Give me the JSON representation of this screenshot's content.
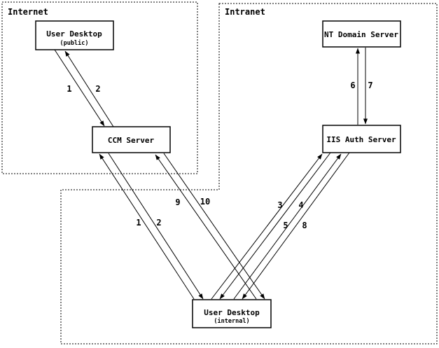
{
  "diagram": {
    "colors": {
      "ink": "#000000",
      "background": "#ffffff"
    },
    "zones": [
      {
        "label": "Internet"
      },
      {
        "label": "Intranet"
      }
    ],
    "nodes": [
      {
        "id": "user-desktop-public",
        "title": "User Desktop",
        "subtitle": "(public)",
        "zone": "Internet"
      },
      {
        "id": "ccm-server",
        "title": "CCM Server",
        "zone": "Internet"
      },
      {
        "id": "nt-domain-server",
        "title": "NT Domain Server",
        "zone": "Intranet"
      },
      {
        "id": "iis-auth-server",
        "title": "IIS Auth Server",
        "zone": "Intranet"
      },
      {
        "id": "user-desktop-internal",
        "title": "User Desktop",
        "subtitle": "(internal)",
        "zone": "Intranet"
      }
    ],
    "flows": [
      {
        "label": "1",
        "from": "user-desktop-public",
        "to": "ccm-server"
      },
      {
        "label": "2",
        "from": "ccm-server",
        "to": "user-desktop-public"
      },
      {
        "label": "1",
        "from": "user-desktop-internal",
        "to": "ccm-server"
      },
      {
        "label": "2",
        "from": "ccm-server",
        "to": "user-desktop-internal"
      },
      {
        "label": "9",
        "from": "user-desktop-internal",
        "to": "ccm-server"
      },
      {
        "label": "10",
        "from": "ccm-server",
        "to": "user-desktop-internal"
      },
      {
        "label": "3",
        "from": "user-desktop-internal",
        "to": "iis-auth-server"
      },
      {
        "label": "4",
        "from": "iis-auth-server",
        "to": "user-desktop-internal"
      },
      {
        "label": "5",
        "from": "user-desktop-internal",
        "to": "iis-auth-server"
      },
      {
        "label": "8",
        "from": "iis-auth-server",
        "to": "user-desktop-internal"
      },
      {
        "label": "6",
        "from": "iis-auth-server",
        "to": "nt-domain-server"
      },
      {
        "label": "7",
        "from": "nt-domain-server",
        "to": "iis-auth-server"
      }
    ]
  }
}
